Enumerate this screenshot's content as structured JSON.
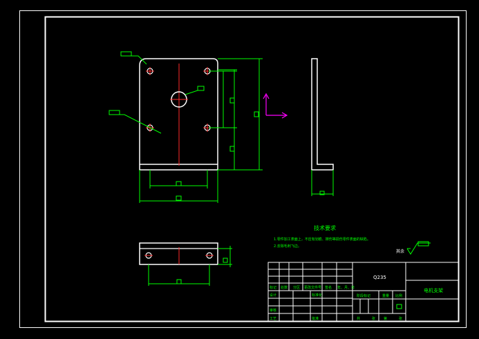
{
  "colors": {
    "background": "#000000",
    "outline": "#ffffff",
    "dimension": "#00ff00",
    "center_line": "#ff2a2a",
    "ucs": "#ff00ff",
    "note_text": "#00ff00"
  },
  "technical_requirements": {
    "title": "技术要求",
    "line1": "1.零件加工表面上，不应有划痕、擦伤等损伤零件表面的缺陷。",
    "line2": "2.去除毛刺飞边。"
  },
  "roughness": {
    "prefix": "其余"
  },
  "title_block": {
    "material": "Q235",
    "part_name": "电机支架",
    "labels": {
      "mark": "标记",
      "count": "处数",
      "zone": "分区",
      "change_doc": "更改文件号",
      "signature": "签名",
      "date": "年、月、日",
      "design": "设计",
      "standardize": "标准化",
      "review": "审核",
      "process": "工艺",
      "approve": "批准",
      "stage_mark": "阶段标记",
      "weight": "重量",
      "scale": "比例",
      "total": "共",
      "sheet_unit": "张",
      "page": "第"
    }
  },
  "icons": {
    "ucs": "ucs-axis-icon",
    "roughness": "surface-roughness-icon"
  }
}
